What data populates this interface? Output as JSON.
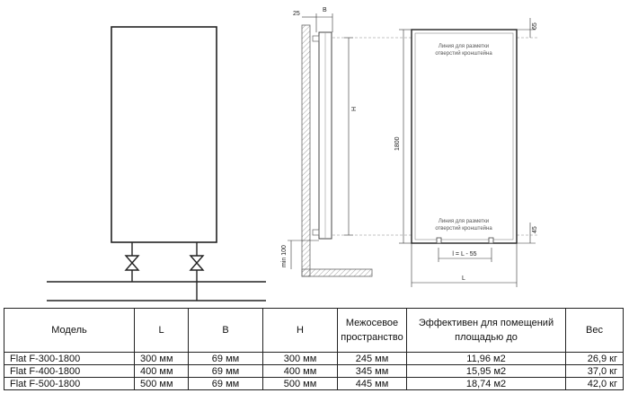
{
  "dimensions": {
    "d25": "25",
    "B": "B",
    "H": "H",
    "h1800": "1800",
    "min100": "min 100",
    "top65": "65",
    "bottom45": "45",
    "L": "L",
    "lL55": "l = L - 55"
  },
  "notes": {
    "top_line_1": "Линия для разметки",
    "top_line_2": "отверстий кронштейна",
    "bottom_line_1": "Линия для разметки",
    "bottom_line_2": "отверстий кронштейна"
  },
  "table": {
    "headers": {
      "model": "Модель",
      "L": "L",
      "B": "B",
      "H": "H",
      "spacing_1": "Межосевое",
      "spacing_2": "пространство",
      "effective_1": "Эффективен для помещений",
      "effective_2": "площадью до",
      "weight": "Вес"
    },
    "rows": [
      {
        "model": "Flat F-300-1800",
        "L": "300 мм",
        "B": "69 мм",
        "H": "300 мм",
        "spacing": "245 мм",
        "area": "11,96 м2",
        "weight": "26,9 кг"
      },
      {
        "model": "Flat F-400-1800",
        "L": "400 мм",
        "B": "69 мм",
        "H": "400 мм",
        "spacing": "345 мм",
        "area": "15,95 м2",
        "weight": "37,0 кг"
      },
      {
        "model": "Flat F-500-1800",
        "L": "500 мм",
        "B": "69 мм",
        "H": "500 мм",
        "spacing": "445 мм",
        "area": "18,74 м2",
        "weight": "42,0 кг"
      }
    ]
  }
}
